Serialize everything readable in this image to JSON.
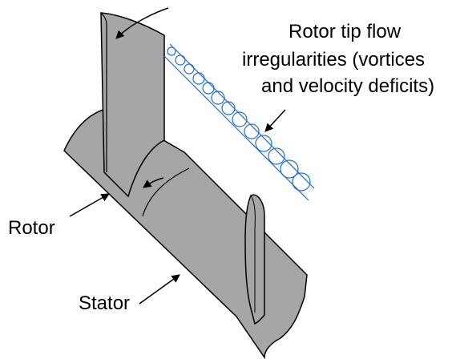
{
  "labels": {
    "tip_flow_line1": "Rotor tip flow",
    "tip_flow_line2": "irregularities (vortices",
    "tip_flow_line3": "and velocity deficits)",
    "rotor": "Rotor",
    "stator": "Stator"
  },
  "colors": {
    "hub": "#a6a6a6",
    "blade": "#a6a6a6",
    "stroke": "#000000",
    "vortex": "#1f6fd1"
  }
}
